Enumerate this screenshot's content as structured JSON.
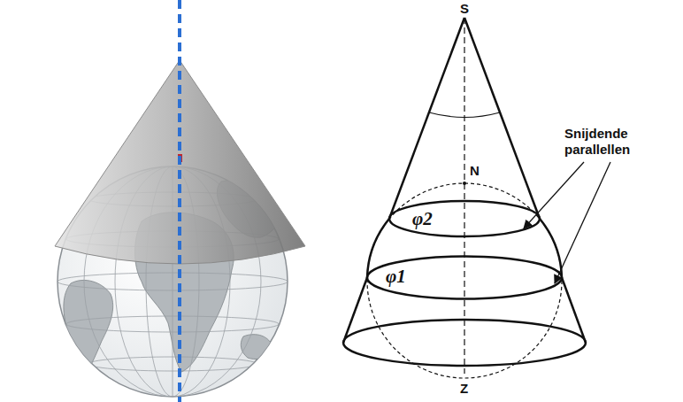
{
  "diagram": {
    "labels": [
      "S",
      "N",
      "Snijdende parallellen",
      "φ2",
      "φ1",
      "Z"
    ]
  }
}
